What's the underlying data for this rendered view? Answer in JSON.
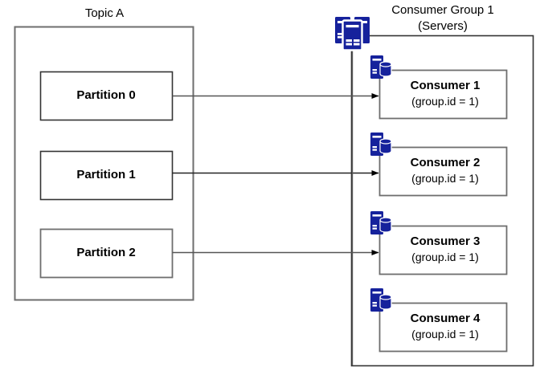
{
  "diagram": {
    "type": "kafka-consumer-group-diagram",
    "colors": {
      "icon_blue": "#16229c",
      "box_stroke": "#6e6e6e",
      "arrow_stroke": "#000000",
      "text": "#000000",
      "background": "#ffffff"
    },
    "topic": {
      "label": "Topic A",
      "partitions": [
        {
          "label": "Partition 0"
        },
        {
          "label": "Partition 1"
        },
        {
          "label": "Partition 2"
        }
      ]
    },
    "consumer_group": {
      "label_line1": "Consumer Group 1",
      "label_line2": "(Servers)",
      "group_icon_name": "servers-group-icon",
      "consumers": [
        {
          "name": "Consumer 1",
          "detail": "(group.id = 1)",
          "icon": "consumer-server-icon",
          "assigned": true
        },
        {
          "name": "Consumer 2",
          "detail": "(group.id = 1)",
          "icon": "consumer-server-icon",
          "assigned": true
        },
        {
          "name": "Consumer 3",
          "detail": "(group.id = 1)",
          "icon": "consumer-server-icon",
          "assigned": true
        },
        {
          "name": "Consumer 4",
          "detail": "(group.id = 1)",
          "icon": "consumer-server-icon",
          "assigned": false
        }
      ]
    },
    "connections": [
      {
        "from": "Partition 0",
        "to": "Consumer 1"
      },
      {
        "from": "Partition 1",
        "to": "Consumer 2"
      },
      {
        "from": "Partition 2",
        "to": "Consumer 3"
      }
    ]
  }
}
